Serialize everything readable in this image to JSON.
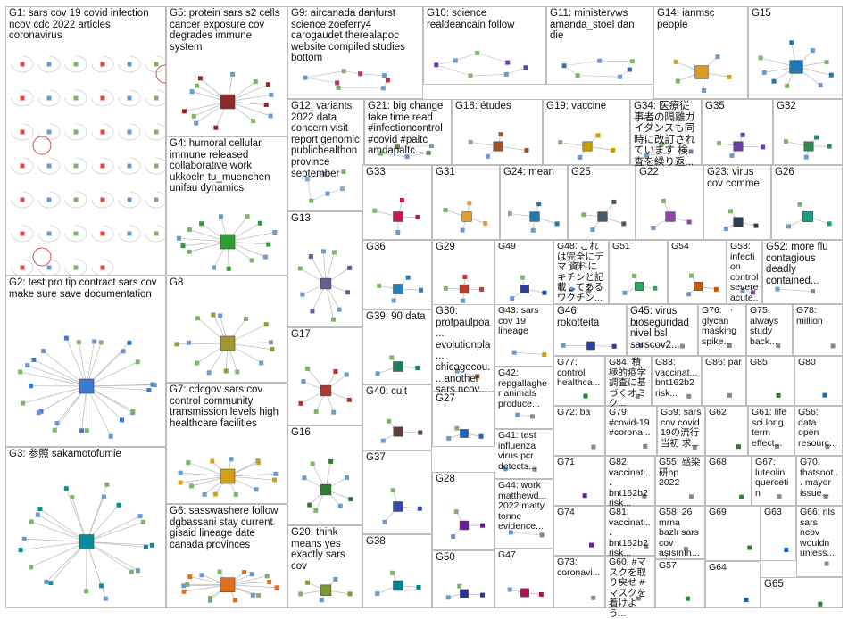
{
  "title": "",
  "groups": [
    {
      "id": "G1",
      "label": "G1: sars cov 19 covid infection ncov cdc 2022 articles coronavirus",
      "color": "#e04848",
      "n": 40,
      "hub": false
    },
    {
      "id": "G5",
      "label": "G5: protein sars s2 cells cancer exposure cov degrades immune system",
      "color": "#8c2a2a",
      "n": 14,
      "hub": true
    },
    {
      "id": "G9",
      "label": "G9: aircanada danfurst science zoeferry4 carogaudet therealapoc website compiled studies bottom",
      "color": "#b83252",
      "n": 8,
      "hub": false
    },
    {
      "id": "G10",
      "label": "G10: science realdeancain follow",
      "color": "#6a3fa8",
      "n": 7,
      "hub": false
    },
    {
      "id": "G11",
      "label": "G11: ministervws amanda_stoel dan die",
      "color": "#3b6fb0",
      "n": 6,
      "hub": false
    },
    {
      "id": "G14",
      "label": "G14: ianmsc people",
      "color": "#d89b2a",
      "n": 5,
      "hub": true
    },
    {
      "id": "G15",
      "label": "G15",
      "color": "#1f77b4",
      "n": 9,
      "hub": true
    },
    {
      "id": "G4",
      "label": "G4: humoral cellular immune released collaborative work ukkoeln tu_muenchen unifau dynamics",
      "color": "#2ca02c",
      "n": 14,
      "hub": true
    },
    {
      "id": "G12",
      "label": "G12: variants 2022 data concern visit report genomic publichealthon province september",
      "color": "#7ab0d8",
      "n": 6,
      "hub": false
    },
    {
      "id": "G21",
      "label": "G21: big change take time read #infectioncontrol #covid #paltc amdapaltc...",
      "color": "#5a8f3c",
      "n": 5,
      "hub": false
    },
    {
      "id": "G18",
      "label": "G18: études",
      "color": "#a0522d",
      "n": 4,
      "hub": true
    },
    {
      "id": "G19",
      "label": "G19: vaccine",
      "color": "#c7a000",
      "n": 4,
      "hub": true
    },
    {
      "id": "G34",
      "label": "G34: 医療従事者の隔離ガイダンスも同時に改訂されています 検査を繰り返...",
      "color": "#8b6fb0",
      "n": 3,
      "hub": false
    },
    {
      "id": "G35",
      "label": "G35",
      "color": "#6a3fa8",
      "n": 4,
      "hub": true
    },
    {
      "id": "G32",
      "label": "G32",
      "color": "#2e8b57",
      "n": 4,
      "hub": true
    },
    {
      "id": "G2",
      "label": "G2: test pro tip contract sars cov make sure save documentation",
      "color": "#3a7bd5",
      "n": 26,
      "hub": true
    },
    {
      "id": "G8",
      "label": "G8",
      "color": "#9a9a30",
      "n": 14,
      "hub": true
    },
    {
      "id": "G13",
      "label": "G13",
      "color": "#6b5b95",
      "n": 10,
      "hub": true
    },
    {
      "id": "G33",
      "label": "G33",
      "color": "#c2185b",
      "n": 4,
      "hub": true
    },
    {
      "id": "G31",
      "label": "G31",
      "color": "#e0a030",
      "n": 4,
      "hub": true
    },
    {
      "id": "G24",
      "label": "G24: mean",
      "color": "#1f77b4",
      "n": 4,
      "hub": true
    },
    {
      "id": "G25",
      "label": "G25",
      "color": "#455a64",
      "n": 4,
      "hub": true
    },
    {
      "id": "G22",
      "label": "G22",
      "color": "#8e44ad",
      "n": 3,
      "hub": true
    },
    {
      "id": "G23",
      "label": "G23: virus cov comme",
      "color": "#2c3e50",
      "n": 3,
      "hub": true
    },
    {
      "id": "G26",
      "label": "G26",
      "color": "#16a085",
      "n": 3,
      "hub": true
    },
    {
      "id": "G36",
      "label": "G36",
      "color": "#2980b9",
      "n": 4,
      "hub": true
    },
    {
      "id": "G29",
      "label": "G29",
      "color": "#c0392b",
      "n": 4,
      "hub": true
    },
    {
      "id": "G49",
      "label": "G49",
      "color": "#2c3e9e",
      "n": 3,
      "hub": true
    },
    {
      "id": "G48",
      "label": "G48: これは完全にデマ 資料にキチンと記載してある ワクチン...",
      "color": "#7f8c8d",
      "n": 2,
      "hub": false
    },
    {
      "id": "G51",
      "label": "G51",
      "color": "#27ae60",
      "n": 3,
      "hub": true
    },
    {
      "id": "G54",
      "label": "G54",
      "color": "#d35400",
      "n": 3,
      "hub": true
    },
    {
      "id": "G53",
      "label": "G53: infection control severe acute...",
      "color": "#8e44ad",
      "n": 2,
      "hub": false
    },
    {
      "id": "G52",
      "label": "G52: more flu contagious deadly contained...",
      "color": "#7f8c8d",
      "n": 2,
      "hub": false
    },
    {
      "id": "G17",
      "label": "G17",
      "color": "#b03a2e",
      "n": 8,
      "hub": true
    },
    {
      "id": "G39",
      "label": "G39: 90 data",
      "color": "#1a7f5a",
      "n": 3,
      "hub": true
    },
    {
      "id": "G30",
      "label": "G30: profpaulpoa... evolutionpla... chicagocou... another sars ncov...",
      "color": "#a0522d",
      "n": 2,
      "hub": false
    },
    {
      "id": "G43",
      "label": "G43: sars cov 19 lineage",
      "color": "#c7a000",
      "n": 2,
      "hub": false
    },
    {
      "id": "G46",
      "label": "G46: rokotteita",
      "color": "#2c3e9e",
      "n": 2,
      "hub": true
    },
    {
      "id": "G45",
      "label": "G45: virus bioseguridad nivel bsl sarscov2...",
      "color": "#7f8c8d",
      "n": 2,
      "hub": false
    },
    {
      "id": "G76",
      "label": "G76: glycan masking spike...",
      "color": "#7f8c8d",
      "n": 1,
      "hub": false
    },
    {
      "id": "G75",
      "label": "G75: always study back...",
      "color": "#7f8c8d",
      "n": 1,
      "hub": false
    },
    {
      "id": "G78",
      "label": "G78: million",
      "color": "#7f8c8d",
      "n": 1,
      "hub": false
    },
    {
      "id": "G7",
      "label": "G7: cdcgov sars cov control community transmission levels high healthcare facilities",
      "color": "#d4a017",
      "n": 14,
      "hub": true
    },
    {
      "id": "G16",
      "label": "G16",
      "color": "#2e7d32",
      "n": 8,
      "hub": true
    },
    {
      "id": "G40",
      "label": "G40: cult",
      "color": "#5d4037",
      "n": 3,
      "hub": true
    },
    {
      "id": "G27",
      "label": "G27",
      "color": "#1565c0",
      "n": 3,
      "hub": true
    },
    {
      "id": "G42",
      "label": "G42: repgallagher animals produce...",
      "color": "#7f8c8d",
      "n": 2,
      "hub": false
    },
    {
      "id": "G77",
      "label": "G77: control healthca...",
      "color": "#2e7d32",
      "n": 1,
      "hub": false
    },
    {
      "id": "G84",
      "label": "G84: 積極的疫学調査に基づくオミク...",
      "color": "#7f8c8d",
      "n": 1,
      "hub": false
    },
    {
      "id": "G83",
      "label": "G83: vaccinat... bnt162b2 risk...",
      "color": "#7f8c8d",
      "n": 1,
      "hub": false
    },
    {
      "id": "G86",
      "label": "G86: par",
      "color": "#7f8c8d",
      "n": 1,
      "hub": false
    },
    {
      "id": "G85",
      "label": "G85",
      "color": "#2e7d32",
      "n": 1,
      "hub": false
    },
    {
      "id": "G80",
      "label": "G80",
      "color": "#1565c0",
      "n": 1,
      "hub": false
    },
    {
      "id": "G41",
      "label": "G41: test influenza virus pcr detects...",
      "color": "#7f8c8d",
      "n": 2,
      "hub": false
    },
    {
      "id": "G72",
      "label": "G72: ba",
      "color": "#7f8c8d",
      "n": 1,
      "hub": false
    },
    {
      "id": "G79",
      "label": "G79: #covid-19 #corona...",
      "color": "#7f8c8d",
      "n": 1,
      "hub": false
    },
    {
      "id": "G59",
      "label": "G59: sars cov covid 19の流行 当初 求...",
      "color": "#7f8c8d",
      "n": 1,
      "hub": false
    },
    {
      "id": "G62",
      "label": "G62",
      "color": "#2e7d32",
      "n": 1,
      "hub": false
    },
    {
      "id": "G61",
      "label": "G61: life sci long term effect...",
      "color": "#7f8c8d",
      "n": 1,
      "hub": false
    },
    {
      "id": "G56",
      "label": "G56: data open resourc...",
      "color": "#7f8c8d",
      "n": 1,
      "hub": false
    },
    {
      "id": "G3",
      "label": "G3: 参照 sakamotofumie",
      "color": "#0e8a9a",
      "n": 22,
      "hub": true
    },
    {
      "id": "G6",
      "label": "G6: sasswashere follow dgbassani stay current gisaid lineage date canada provinces",
      "color": "#e07020",
      "n": 16,
      "hub": true
    },
    {
      "id": "G20",
      "label": "G20: think means yes exactly sars cov",
      "color": "#7a9a30",
      "n": 5,
      "hub": true
    },
    {
      "id": "G37",
      "label": "G37",
      "color": "#3949ab",
      "n": 3,
      "hub": true
    },
    {
      "id": "G28",
      "label": "G28",
      "color": "#6a1b9a",
      "n": 3,
      "hub": true
    },
    {
      "id": "G44",
      "label": "G44: work matthewd... 2022 matty tonne evidence...",
      "color": "#7f8c8d",
      "n": 2,
      "hub": false
    },
    {
      "id": "G71",
      "label": "G71",
      "color": "#6a1b9a",
      "n": 1,
      "hub": false
    },
    {
      "id": "G82",
      "label": "G82: vaccinati... bnt162b2 risk...",
      "color": "#7f8c8d",
      "n": 1,
      "hub": false
    },
    {
      "id": "G55",
      "label": "G55: 感染研hp 2022",
      "color": "#7f8c8d",
      "n": 1,
      "hub": false
    },
    {
      "id": "G68",
      "label": "G68",
      "color": "#2e7d32",
      "n": 1,
      "hub": false
    },
    {
      "id": "G67",
      "label": "G67: luteolin quercetin",
      "color": "#7f8c8d",
      "n": 1,
      "hub": false
    },
    {
      "id": "G70",
      "label": "G70: thatsnot... mayor issue...",
      "color": "#7f8c8d",
      "n": 1,
      "hub": false
    },
    {
      "id": "G38",
      "label": "G38",
      "color": "#00838f",
      "n": 3,
      "hub": true
    },
    {
      "id": "G50",
      "label": "G50",
      "color": "#283593",
      "n": 3,
      "hub": true
    },
    {
      "id": "G47",
      "label": "G47",
      "color": "#ad1457",
      "n": 2,
      "hub": true
    },
    {
      "id": "G74",
      "label": "G74",
      "color": "#6a1b9a",
      "n": 1,
      "hub": false
    },
    {
      "id": "G81",
      "label": "G81: vaccinati... bnt162b2 risk...",
      "color": "#7f8c8d",
      "n": 1,
      "hub": false
    },
    {
      "id": "G58",
      "label": "G58: 26 mrna bazlı sars cov aşısının...",
      "color": "#7f8c8d",
      "n": 1,
      "hub": false
    },
    {
      "id": "G69",
      "label": "G69",
      "color": "#2e7d32",
      "n": 1,
      "hub": false
    },
    {
      "id": "G63",
      "label": "G63",
      "color": "#1565c0",
      "n": 1,
      "hub": false
    },
    {
      "id": "G66",
      "label": "G66: nls sars ncov wouldn unless...",
      "color": "#7f8c8d",
      "n": 1,
      "hub": false
    },
    {
      "id": "G73",
      "label": "G73: coronavi...",
      "color": "#7f8c8d",
      "n": 1,
      "hub": false
    },
    {
      "id": "G60",
      "label": "G60: #マスクを取り戻せ #マスクを着けよう...",
      "color": "#7f8c8d",
      "n": 1,
      "hub": false
    },
    {
      "id": "G57",
      "label": "G57",
      "color": "#2e7d32",
      "n": 1,
      "hub": false
    },
    {
      "id": "G64",
      "label": "G64",
      "color": "#1565c0",
      "n": 1,
      "hub": false
    },
    {
      "id": "G65",
      "label": "G65",
      "color": "#2e7d32",
      "n": 1,
      "hub": false
    }
  ]
}
